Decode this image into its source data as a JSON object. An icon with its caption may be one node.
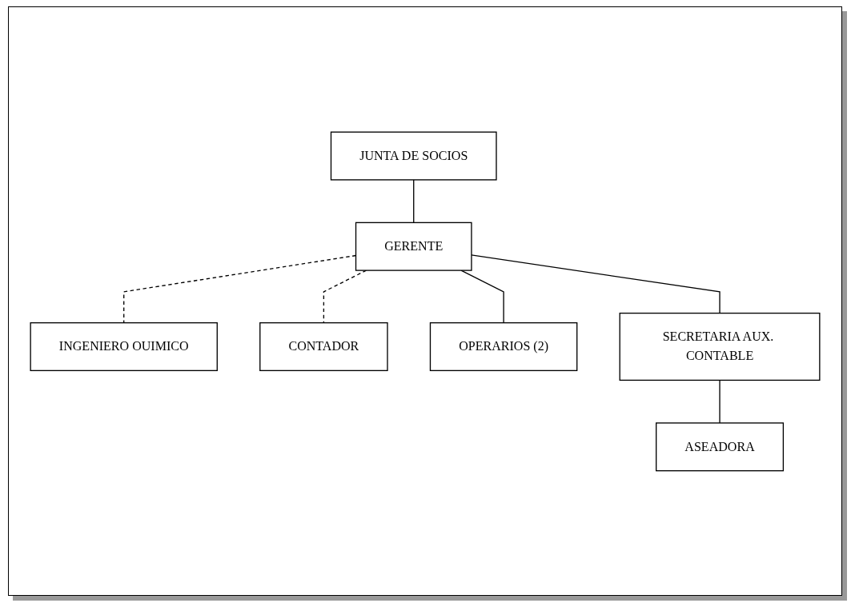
{
  "diagram": {
    "nodes": [
      {
        "text": [
          "JUNTA DE SOCIOS"
        ]
      },
      {
        "text": [
          "GERENTE"
        ]
      },
      {
        "text": [
          "INGENIERO OUIMICO"
        ]
      },
      {
        "text": [
          "CONTADOR"
        ]
      },
      {
        "text": [
          "OPERARIOS (2)"
        ]
      },
      {
        "text": [
          "SECRETARIA AUX. CONTABLE"
        ]
      },
      {
        "text": [
          "ASEADORA"
        ]
      }
    ],
    "edges": [
      {
        "from": 0,
        "to": 1,
        "arrow": "none"
      },
      {
        "from": 1,
        "to": 2,
        "arrow": "none",
        "style": "dashed"
      },
      {
        "from": 1,
        "to": 3,
        "arrow": "none",
        "style": "dashed"
      },
      {
        "from": 1,
        "to": 4,
        "arrow": "none"
      },
      {
        "from": 1,
        "to": 5,
        "arrow": "none"
      },
      {
        "from": 5,
        "to": 6,
        "arrow": "none"
      }
    ]
  }
}
